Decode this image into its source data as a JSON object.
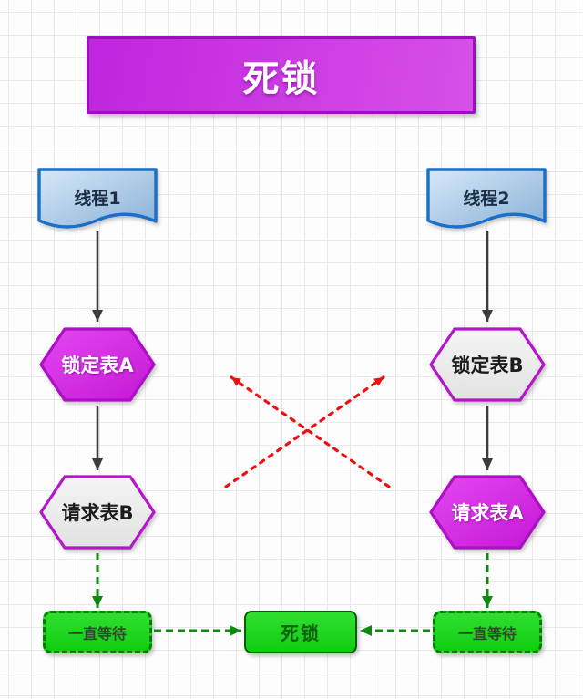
{
  "title": {
    "label": "死锁"
  },
  "nodes": {
    "thread1": {
      "label": "线程1",
      "shape": "document"
    },
    "thread2": {
      "label": "线程2",
      "shape": "document"
    },
    "lock_a": {
      "label": "锁定表A",
      "shape": "hexagon",
      "variant": "magenta"
    },
    "lock_b": {
      "label": "锁定表B",
      "shape": "hexagon",
      "variant": "gray"
    },
    "request_b": {
      "label": "请求表B",
      "shape": "hexagon",
      "variant": "gray"
    },
    "request_a": {
      "label": "请求表A",
      "shape": "hexagon",
      "variant": "magenta"
    },
    "wait_left": {
      "label": "一直等待",
      "shape": "dashed-rounded-rect"
    },
    "wait_right": {
      "label": "一直等待",
      "shape": "dashed-rounded-rect"
    },
    "deadlock": {
      "label": "死锁",
      "shape": "rounded-rect"
    }
  },
  "edges": [
    {
      "from": "线程1",
      "to": "锁定表A",
      "style": "solid",
      "color": "black"
    },
    {
      "from": "锁定表A",
      "to": "请求表B",
      "style": "solid",
      "color": "black"
    },
    {
      "from": "线程2",
      "to": "锁定表B",
      "style": "solid",
      "color": "black"
    },
    {
      "from": "锁定表B",
      "to": "请求表A",
      "style": "solid",
      "color": "black"
    },
    {
      "from": "请求表B",
      "to": "一直等待(左)",
      "style": "dashed",
      "color": "green"
    },
    {
      "from": "请求表A",
      "to": "一直等待(右)",
      "style": "dashed",
      "color": "green"
    },
    {
      "from": "一直等待(左)",
      "to": "死锁",
      "style": "dashed",
      "color": "green"
    },
    {
      "from": "一直等待(右)",
      "to": "死锁",
      "style": "dashed",
      "color": "green"
    },
    {
      "from": "请求表B",
      "to": "锁定表B",
      "style": "dashed",
      "color": "red"
    },
    {
      "from": "请求表A",
      "to": "锁定表A",
      "style": "dashed",
      "color": "red"
    }
  ],
  "colors": {
    "banner_fill_start": "#bf25dd",
    "banner_fill_end": "#d84fe8",
    "banner_border": "#9a10ba",
    "document_fill_top": "#d6e8f8",
    "document_fill_bottom": "#8ab1d7",
    "document_border": "#1b6fc7",
    "hexagon_magenta_fill": "#d32ee2",
    "hexagon_magenta_border": "#ad0fc4",
    "hexagon_gray_fill": "#ececec",
    "hexagon_gray_border": "#b516ca",
    "green_fill": "#1fd41f",
    "green_border": "#087c08",
    "arrow_black": "#3c3c3c",
    "arrow_green": "#0e8a0e",
    "arrow_red": "#ee1010",
    "grid_line": "#e9e9e9"
  }
}
